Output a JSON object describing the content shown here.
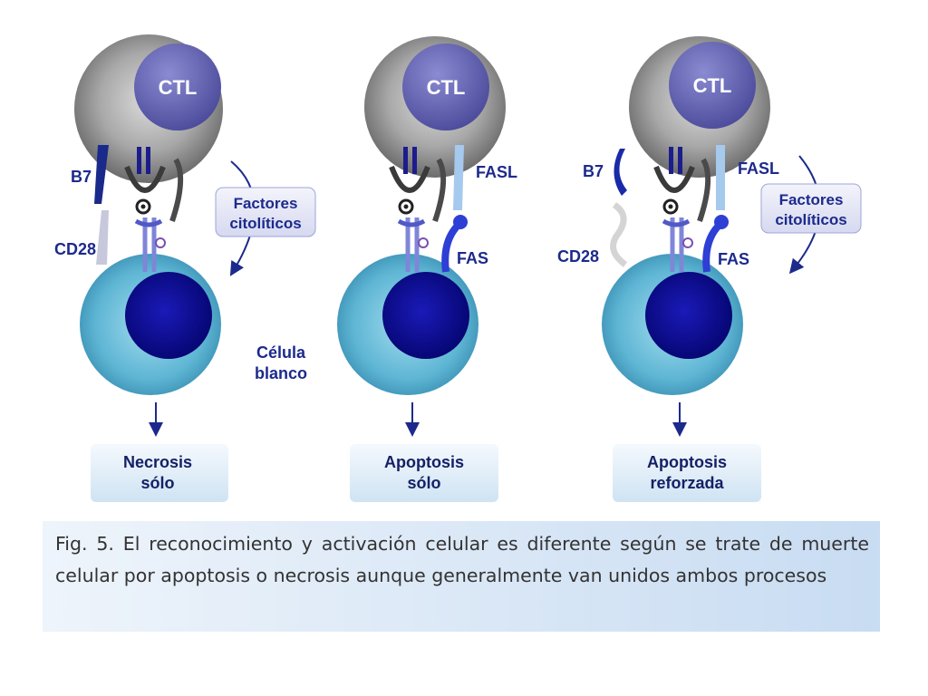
{
  "panels": [
    {
      "cell_label": "CTL",
      "left_receptor_top": "B7",
      "left_receptor_bottom": "CD28",
      "factors_label_line1": "Factores",
      "factors_label_line2": "citolíticos",
      "target_label_line1": "Célula",
      "target_label_line2": "blanco",
      "outcome_line1": "Necrosis",
      "outcome_line2": "sólo"
    },
    {
      "cell_label": "CTL",
      "ligand_label": "FASL",
      "receptor_label": "FAS",
      "outcome_line1": "Apoptosis",
      "outcome_line2": "sólo"
    },
    {
      "cell_label": "CTL",
      "left_receptor_top": "B7",
      "left_receptor_bottom": "CD28",
      "ligand_label": "FASL",
      "receptor_label": "FAS",
      "factors_label_line1": "Factores",
      "factors_label_line2": "citolíticos",
      "outcome_line1": "Apoptosis",
      "outcome_line2": "reforzada"
    }
  ],
  "caption": "Fig. 5. El reconocimiento y activación celular es diferente según se trate de muerte celular por apoptosis o necrosis aunque generalmente van unidos ambos procesos",
  "colors": {
    "ctl_cell": "#8f8f8f",
    "ctl_nucleus": "#5a5aa8",
    "target_cell": "#3d9fbf",
    "target_nucleus": "#0a0a98",
    "label_text": "#1c2a8c",
    "caption_bg": "#d7e6f6"
  }
}
